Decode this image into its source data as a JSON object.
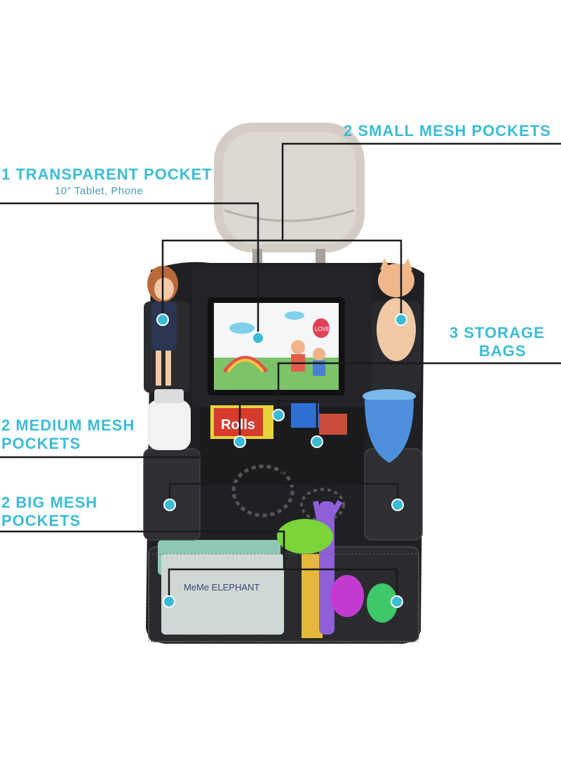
{
  "callouts": {
    "small_mesh": "2 SMALL MESH POCKETS",
    "transparent": "1 TRANSPARENT POCKET",
    "transparent_sub": "10″ Tablet, Phone",
    "storage_line1": "3 STORAGE",
    "storage_line2": "BAGS",
    "medium_line1": "2 MEDIUM MESH",
    "medium_line2": "POCKETS",
    "big_line1": "2 BIG MESH",
    "big_line2": "POCKETS"
  },
  "colors": {
    "accent": "#3bbcd6",
    "line": "#1a1a1a",
    "organizer": "#1e1f22",
    "headrest": "#cfc9c2"
  },
  "pocket_text": {
    "snack_brand": "Rolls",
    "wipes_brand": "MeMe ELEPHANT",
    "balloon": "LOVE"
  }
}
